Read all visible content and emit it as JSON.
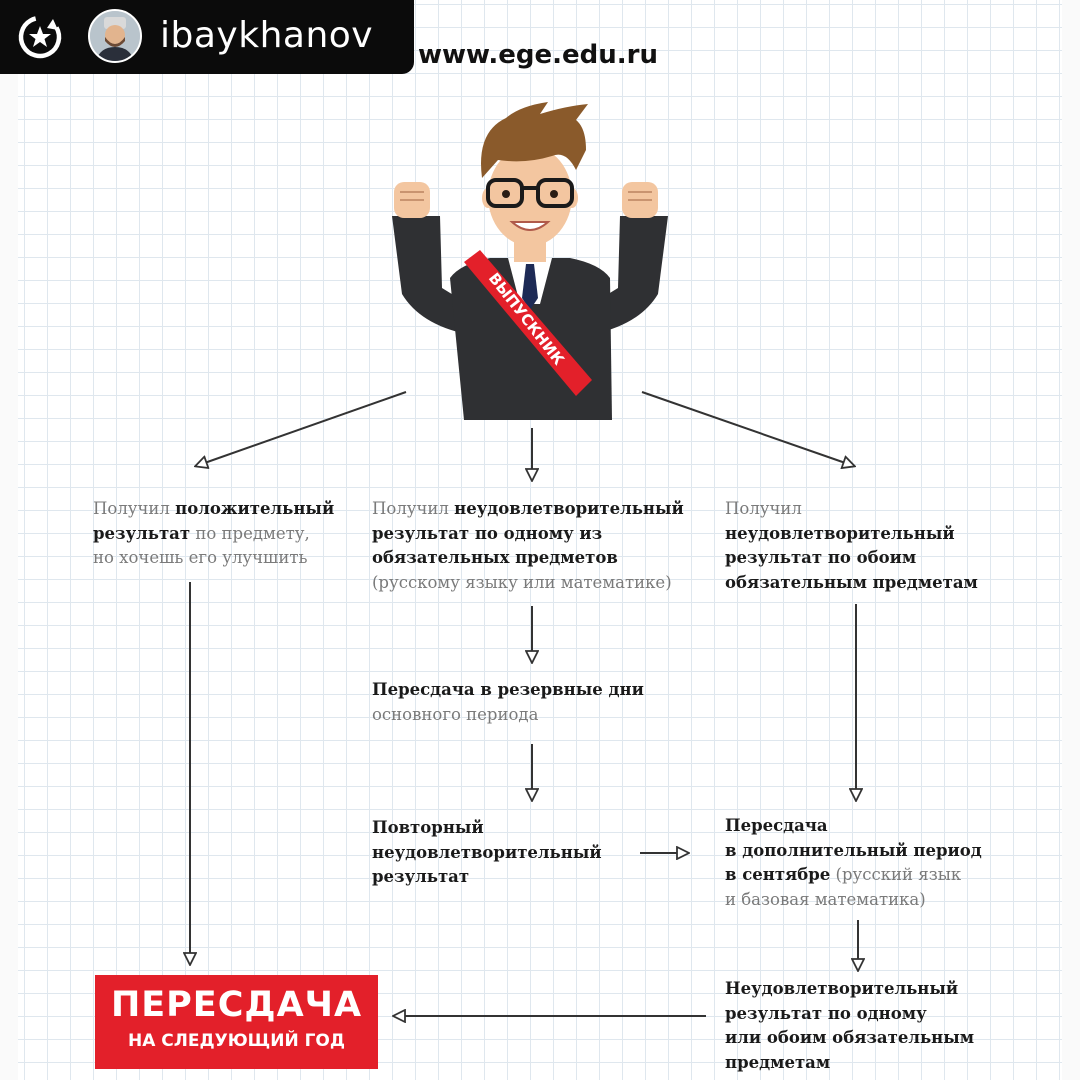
{
  "header": {
    "username": "ibaykhanov",
    "url": "www.ege.edu.ru"
  },
  "illustration": {
    "sash_text": "ВЫПУСКНИК"
  },
  "branches": {
    "left": {
      "l1_a": "Получил ",
      "l1_b": "положительный",
      "l2_a": "результат",
      "l2_b": " по предмету,",
      "l3": "но хочешь его улучшить"
    },
    "middle": {
      "l1_a": "Получил ",
      "l1_b": "неудовлетворительный",
      "l2": "результат по одному из",
      "l3": "обязательных предметов",
      "l4": "(русскому языку или математике)"
    },
    "right": {
      "l1": "Получил",
      "l2": "неудовлетворительный",
      "l3": "результат по обоим",
      "l4": "обязательным предметам"
    }
  },
  "steps": {
    "reserve": {
      "l1": "Пересдача в резервные дни",
      "l2": "основного периода"
    },
    "repeat_fail": {
      "l1": "Повторный",
      "l2": "неудовлетворительный",
      "l3": "результат"
    },
    "september": {
      "l1": "Пересдача",
      "l2": "в дополнительный период",
      "l3_a": "в сентябре",
      "l3_b": " (русский язык",
      "l4": "и базовая математика)"
    },
    "final_fail": {
      "l1": "Неудовлетворительный",
      "l2": "результат по одному",
      "l3": "или обоим обязательным",
      "l4": "предметам"
    }
  },
  "result_box": {
    "title": "ПЕРЕСДАЧА",
    "subtitle": "НА СЛЕДУЮЩИЙ ГОД"
  },
  "colors": {
    "accent_red": "#e3202a",
    "badge_bg": "#0b0b0b",
    "grid": "#dfe7ee",
    "suit": "#2f3033",
    "hair": "#8a5a2b"
  }
}
